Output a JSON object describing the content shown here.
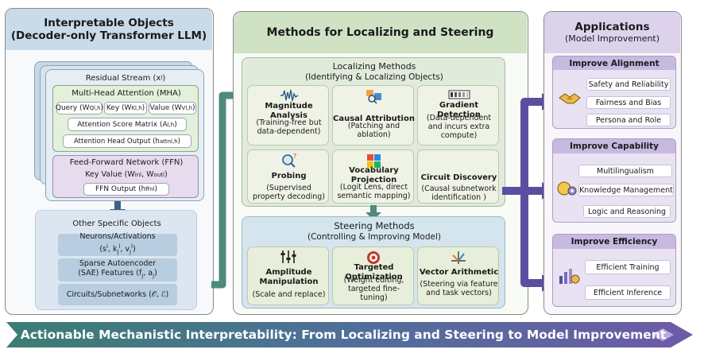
{
  "left": {
    "title": "Interpretable Objects",
    "subtitle": "(Decoder-only Transformer LLM)",
    "residual": "Residual Stream",
    "residual_sym": "(x",
    "residual_sym_sup": "l",
    "residual_sym_end": ")",
    "mha": "Multi-Head Attention (MHA)",
    "query": "Query",
    "key": "Key",
    "value": "Value",
    "attn_matrix": "Attention Score Matrix",
    "attn_output": "Attention Head Output",
    "ffn": "Feed-Forward Network (FFN)",
    "key_value": "Key Value",
    "ffn_output": "FFN Output",
    "other_title": "Other Specific Objects",
    "neurons": "Neurons/Activations",
    "neurons_sym": "(s",
    "sae_line1": "Sparse Autoencoder",
    "sae_line2": "(SAE) Features",
    "sae_sym": "(f",
    "circuits": "Circuits/Subnetworks",
    "circuits_sym": "(𝒪, ℰ)"
  },
  "middle": {
    "title": "Methods for Localizing and Steering",
    "localizing_title": "Localizing Methods",
    "localizing_sub": "(Identifying & Localizing Objects)",
    "methods": [
      {
        "name": "Magnitude Analysis",
        "desc": "(Training-free but data-dependent)"
      },
      {
        "name": "Causal Attribution",
        "desc": "(Patching and ablation)"
      },
      {
        "name": "Gradient Detection",
        "desc": "(Data-dependent and incurs extra compute)"
      },
      {
        "name": "Probing",
        "desc": "(Supervised property decoding)"
      },
      {
        "name": "Vocabulary Projection",
        "desc": "(Logit Lens, direct semantic mapping)"
      },
      {
        "name": "Circuit Discovery",
        "desc": "(Causal subnetwork identification )"
      }
    ],
    "steering_title": "Steering Methods",
    "steering_sub": "(Controlling & Improving Model)",
    "steering": [
      {
        "name": "Amplitude Manipulation",
        "desc": "(Scale and replace)"
      },
      {
        "name": "Targeted Optimization",
        "desc": "(Weight editing, targeted fine-tuning)"
      },
      {
        "name": "Vector Arithmetic",
        "desc": "(Steering via feature and task vectors)"
      }
    ]
  },
  "right": {
    "title": "Applications",
    "subtitle": "(Model Improvement)",
    "groups": [
      {
        "title": "Improve Alignment",
        "items": [
          "Safety and Reliability",
          "Fairness and Bias",
          "Persona and Role"
        ]
      },
      {
        "title": "Improve Capability",
        "items": [
          "Multilingualism",
          "Knowledge Management",
          "Logic and Reasoning"
        ]
      },
      {
        "title": "Improve Efficiency",
        "items": [
          "Efficient Training",
          "Efficient Inference"
        ]
      }
    ]
  },
  "banner": {
    "text": "Actionable Mechanistic Interpretability: From Localizing and Steering to Model Improvement"
  },
  "colors": {
    "left_header": "#c9dbe9",
    "middle_header": "#cfe3c4",
    "right_header": "#ddd2ec",
    "banner_start": "#3b7d72",
    "banner_end": "#6d5aa6",
    "arrow_purple": "#5b4ea0",
    "arrow_teal": "#4e8b7c"
  }
}
